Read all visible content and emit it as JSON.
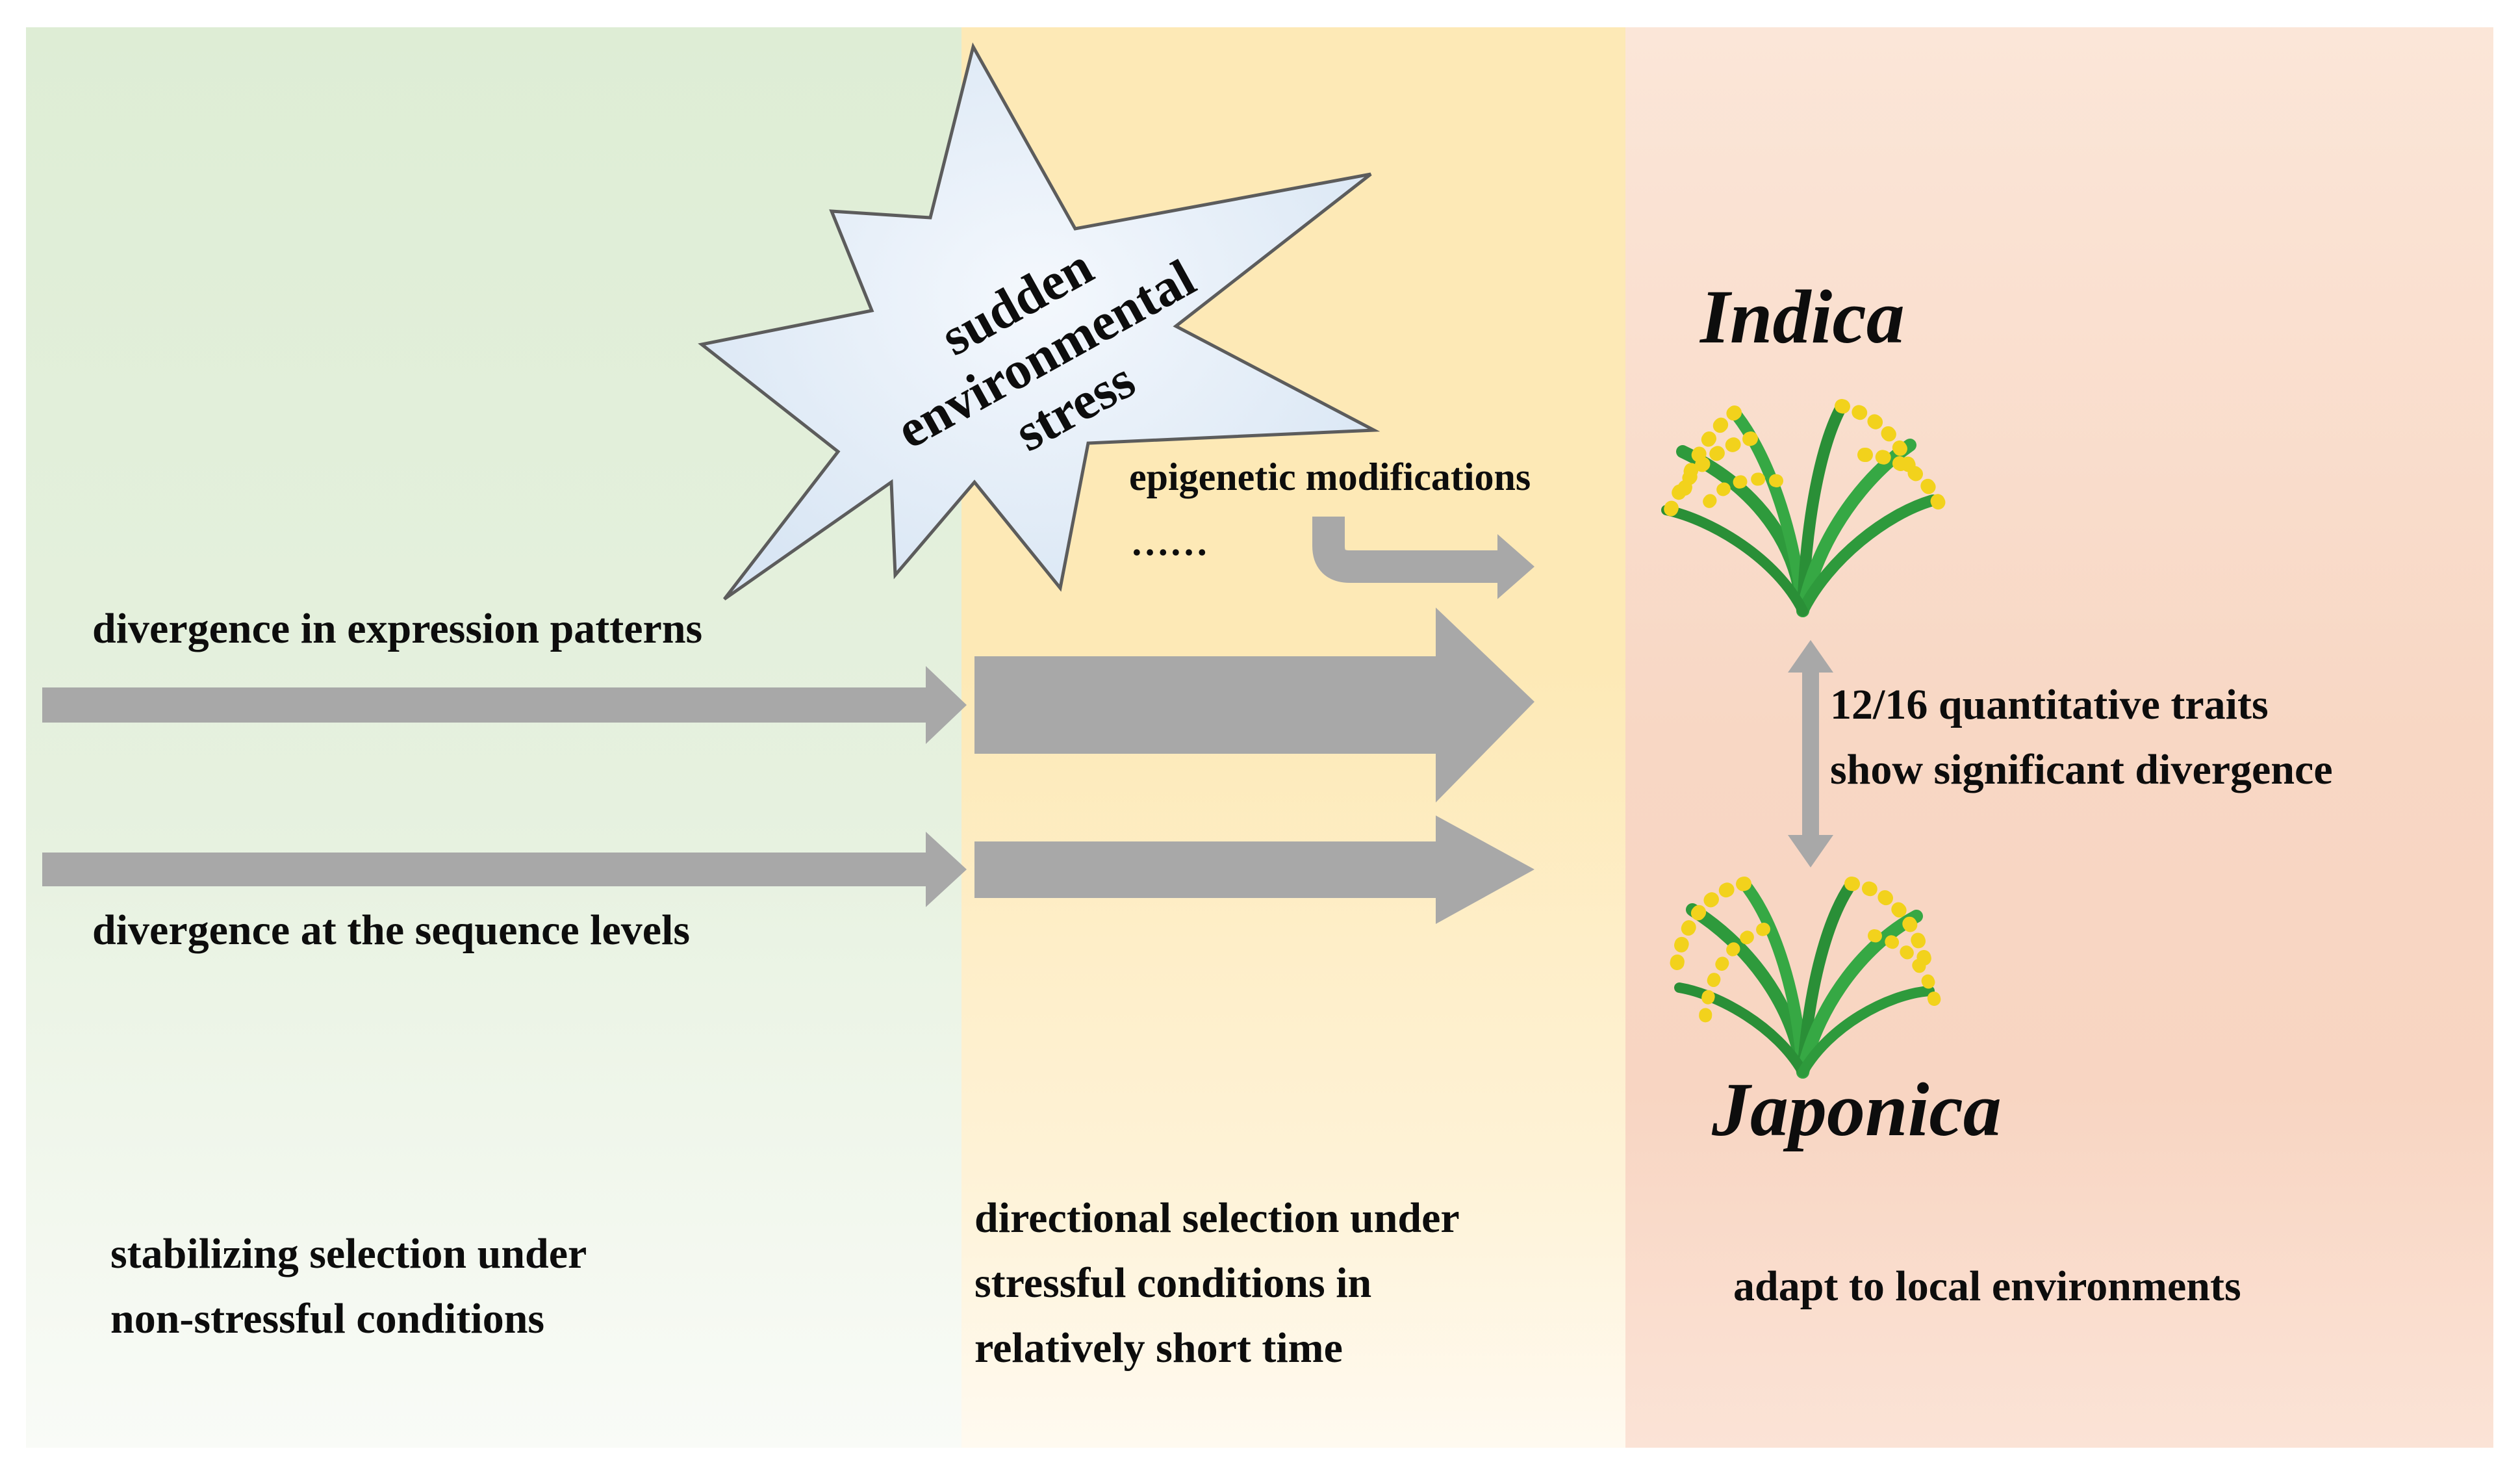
{
  "labels": {
    "stress": [
      "sudden",
      "environmental",
      "stress"
    ],
    "epigenetic": "epigenetic modifications",
    "ellipsis": "……",
    "expression": "divergence in expression patterns",
    "sequence": "divergence at the sequence levels",
    "indica": "Indica",
    "japonica": "Japonica",
    "divergence": [
      "12/16 quantitative traits",
      "show significant divergence"
    ],
    "stabilizing": [
      "stabilizing selection under",
      "non-stressful conditions"
    ],
    "directional": [
      "directional selection under",
      "stressful conditions in",
      "relatively short time"
    ],
    "adapt": "adapt to local environments"
  },
  "colors": {
    "arrow": "#a8a8a8",
    "text": "#0d0d0d",
    "starburst_fill": "#e6f0fa",
    "leaf_green": "#2e9a3c",
    "grain_yellow": "#f2d21c"
  },
  "icons": [
    "starburst-shape",
    "rice-plant-icon"
  ]
}
